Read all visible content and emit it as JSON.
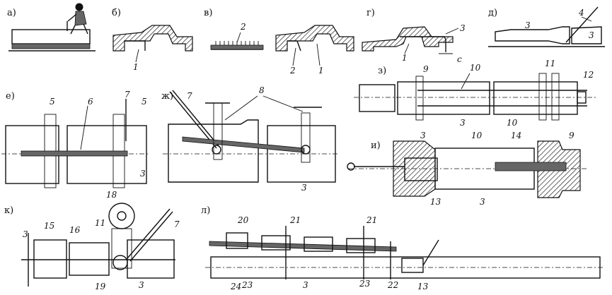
{
  "panels": {
    "a": {
      "label": "а)"
    },
    "b": {
      "label": "б)",
      "callouts": [
        "1"
      ]
    },
    "v": {
      "label": "в)",
      "callouts": [
        "2"
      ]
    },
    "v2": {
      "callouts": [
        "2",
        "1"
      ]
    },
    "g": {
      "label": "г)",
      "callouts": [
        "3",
        "1",
        "c"
      ]
    },
    "d": {
      "label": "д)",
      "callouts": [
        "4",
        "3",
        "3"
      ]
    },
    "e": {
      "label": "е)",
      "callouts": [
        "5",
        "6",
        "7",
        "5",
        "3"
      ]
    },
    "zh": {
      "label": "ж)",
      "callouts": [
        "7",
        "8",
        "3"
      ]
    },
    "z": {
      "label": "з)",
      "callouts": [
        "9",
        "10",
        "11",
        "12",
        "3",
        "10"
      ]
    },
    "i": {
      "label": "и)",
      "callouts": [
        "3",
        "10",
        "14",
        "9",
        "13",
        "3"
      ]
    },
    "k": {
      "label": "к)",
      "callouts": [
        "18",
        "3",
        "15",
        "16",
        "11",
        "7",
        "19",
        "3"
      ]
    },
    "l": {
      "label": "л)",
      "callouts": [
        "20",
        "21",
        "21",
        "24",
        "23",
        "3",
        "23",
        "22",
        "13"
      ]
    }
  }
}
